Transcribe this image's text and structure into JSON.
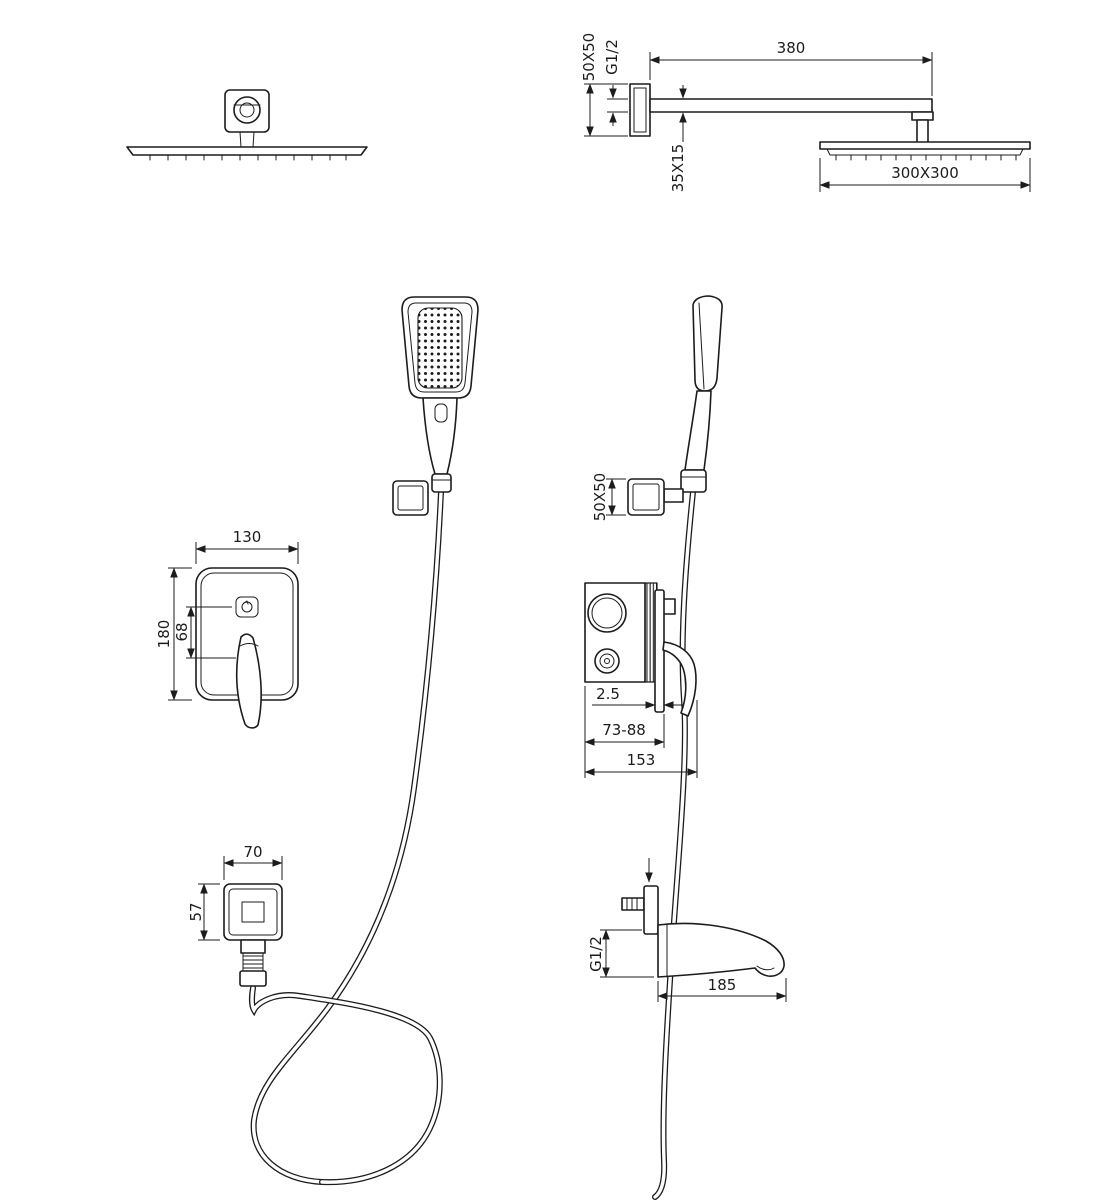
{
  "page": {
    "background": "#ffffff",
    "ink": "#1c1c1c"
  },
  "labels": {
    "overhead": {
      "flange_size": "50X50",
      "thread": "G1/2",
      "arm_length": "380",
      "arm_profile": "35X15",
      "head_size": "300X300"
    },
    "hand_shower": {
      "holder_flange_size": "50X50"
    },
    "mixer_trim": {
      "plate_width": "130",
      "plate_height": "180",
      "handle_offset": "68"
    },
    "valve_rough_in": {
      "trim_gap": "2.5",
      "install_depth_range": "73-88",
      "overall_depth": "153"
    },
    "wall_outlet": {
      "flange_width": "70",
      "flange_height": "57"
    },
    "tub_spout": {
      "thread": "G1/2",
      "reach": "185"
    }
  }
}
